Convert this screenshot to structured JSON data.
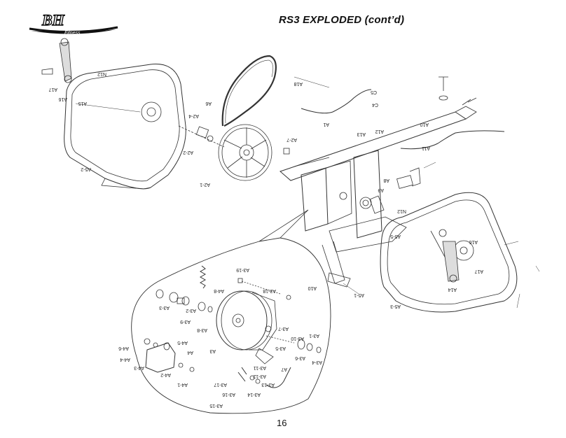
{
  "brand": {
    "logo_text": "BH",
    "logo_sub": "Fitness"
  },
  "title": "RS3  EXPLODED (cont’d)",
  "page_number": "16",
  "labels": {
    "N12a": "N12",
    "N12b": "N12",
    "A16a": "A16",
    "A16b": "A16",
    "A17a": "A17",
    "A17b": "A17",
    "A15": "A15",
    "A5_2": "A5-2",
    "A5_3": "A5-3",
    "A5_1": "A5-1",
    "A5_5": "A5-5",
    "A9": "A9",
    "A2_4": "A2-4",
    "A2_2": "A2-2",
    "A2_1": "A2-1",
    "A2_7": "A2-7",
    "A18": "A18",
    "A1": "A1",
    "C5": "C5",
    "C4": "C4",
    "A13": "A13",
    "A12": "A12",
    "A10a": "A10",
    "A10b": "A10",
    "A11": "A11",
    "A8": "A8",
    "A6": "A6",
    "A14": "A14",
    "A3_19": "A3-19",
    "A3_18": "A3-18",
    "A4_8": "A4-8",
    "A3_3": "A3-3",
    "A3_2": "A3-2",
    "A3_9": "A3-9",
    "A3_8": "A3-8",
    "A3": "A3",
    "A3_7": "A3-7",
    "A3_10": "A3-10",
    "A3_1": "A3-1",
    "A3_5": "A3-5",
    "A3_6": "A3-6",
    "A3_4": "A3-4",
    "A4_5": "A4-5",
    "A4_6": "A4-6",
    "A4": "A4",
    "A4_4": "A4-4",
    "A4_3": "A4-3",
    "A4_2": "A4-2",
    "A4_1": "A4-1",
    "A3_11": "A3-11",
    "A3_12": "A3-12",
    "A3_13": "A3-13",
    "A7": "A7",
    "A3_17": "A3-17",
    "A3_16": "A3-16",
    "A3_14": "A3-14",
    "A3_15": "A3-15"
  }
}
